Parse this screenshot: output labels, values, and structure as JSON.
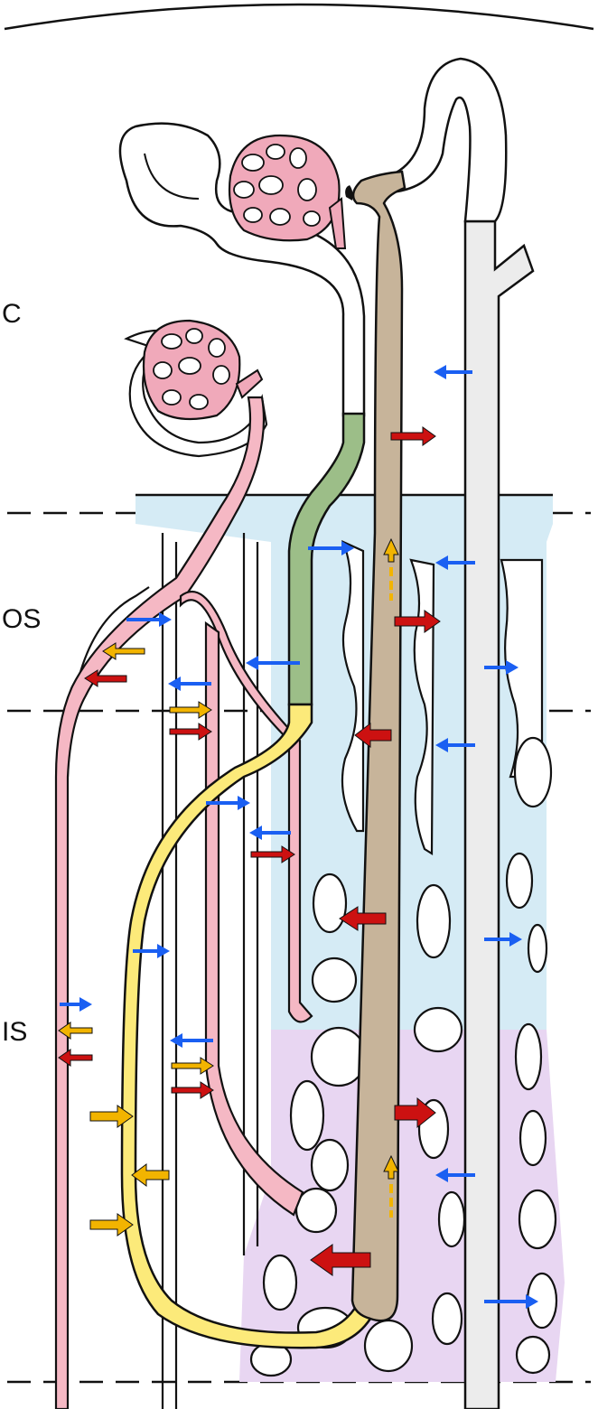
{
  "zones": [
    {
      "id": "cortex",
      "label": "C"
    },
    {
      "id": "outer-stripe",
      "label": "OS"
    },
    {
      "id": "inner-stripe",
      "label": "IS"
    }
  ],
  "colors": {
    "outline": "#111111",
    "vessel_pink": "#f5b8c4",
    "glom_fill": "#f0a9ba",
    "interstitium_blue": "#d5ebf5",
    "interstitium_purple": "#e8d6f2",
    "thick_limb_tan": "#c7b49a",
    "proximal_green": "#9cbe88",
    "thin_limb_yellow": "#fcea7a",
    "collecting_duct_grey": "#ececec",
    "arrow_blue": "#1a5ff2",
    "arrow_red": "#cc1111",
    "arrow_yellow": "#f2b400"
  },
  "icons": {
    "arrow_blue": "water-flux-arrow-icon",
    "arrow_red": "sodium-flux-arrow-icon",
    "arrow_yellow": "urea-flux-arrow-icon"
  }
}
